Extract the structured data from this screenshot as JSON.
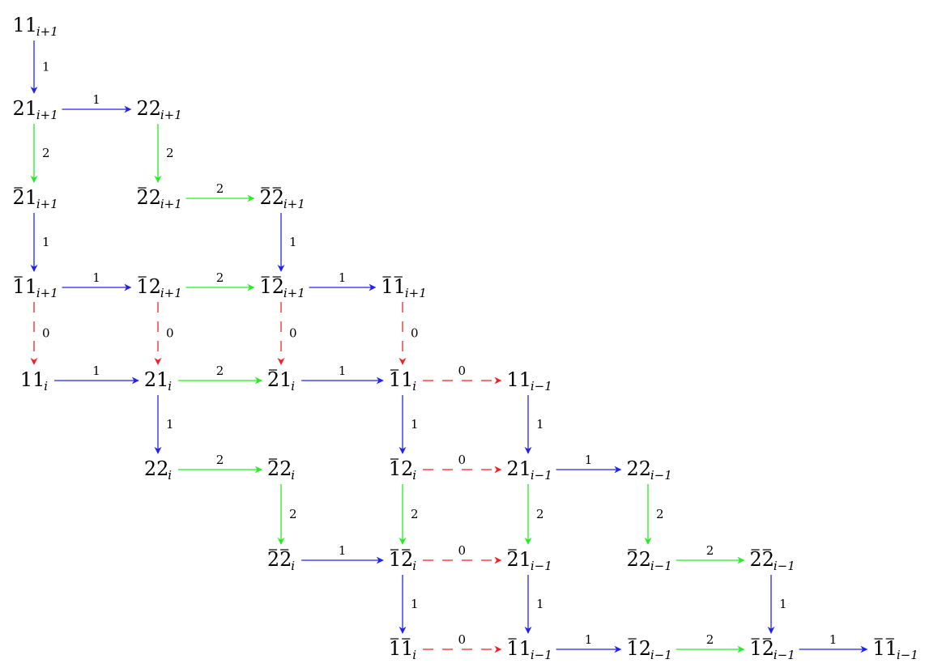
{
  "colors": {
    "1": "#2222ee",
    "2": "#22ee22",
    "0": "#ee2222"
  },
  "nodes": [
    {
      "id": "11_ip1",
      "base": "11",
      "bars": [],
      "sub": "i+1"
    },
    {
      "id": "21_ip1",
      "base": "21",
      "bars": [],
      "sub": "i+1"
    },
    {
      "id": "22_ip1",
      "base": "22",
      "bars": [],
      "sub": "i+1"
    },
    {
      "id": "b21_ip1",
      "base": "21",
      "bars": [
        0
      ],
      "sub": "i+1"
    },
    {
      "id": "b22_ip1",
      "base": "22",
      "bars": [
        0
      ],
      "sub": "i+1"
    },
    {
      "id": "bb22_ip1",
      "base": "22",
      "bars": [
        0,
        1
      ],
      "sub": "i+1"
    },
    {
      "id": "b11_ip1",
      "base": "11",
      "bars": [
        0
      ],
      "sub": "i+1"
    },
    {
      "id": "b12_ip1",
      "base": "12",
      "bars": [
        0
      ],
      "sub": "i+1"
    },
    {
      "id": "bb12_ip1",
      "base": "12",
      "bars": [
        0,
        1
      ],
      "sub": "i+1"
    },
    {
      "id": "bb11_ip1",
      "base": "11",
      "bars": [
        0,
        1
      ],
      "sub": "i+1"
    },
    {
      "id": "11_i",
      "base": "11",
      "bars": [],
      "sub": "i"
    },
    {
      "id": "21_i",
      "base": "21",
      "bars": [],
      "sub": "i"
    },
    {
      "id": "b21_i",
      "base": "21",
      "bars": [
        0
      ],
      "sub": "i"
    },
    {
      "id": "b11_i",
      "base": "11",
      "bars": [
        0
      ],
      "sub": "i"
    },
    {
      "id": "11_im1",
      "base": "11",
      "bars": [],
      "sub": "i−1"
    },
    {
      "id": "22_i",
      "base": "22",
      "bars": [],
      "sub": "i"
    },
    {
      "id": "b22_i",
      "base": "22",
      "bars": [
        0
      ],
      "sub": "i"
    },
    {
      "id": "b12_i",
      "base": "12",
      "bars": [
        0
      ],
      "sub": "i"
    },
    {
      "id": "21_im1",
      "base": "21",
      "bars": [],
      "sub": "i−1"
    },
    {
      "id": "22_im1",
      "base": "22",
      "bars": [],
      "sub": "i−1"
    },
    {
      "id": "bb22_i",
      "base": "22",
      "bars": [
        0,
        1
      ],
      "sub": "i"
    },
    {
      "id": "bb12_i",
      "base": "12",
      "bars": [
        0,
        1
      ],
      "sub": "i"
    },
    {
      "id": "b21_im1",
      "base": "21",
      "bars": [
        0
      ],
      "sub": "i−1"
    },
    {
      "id": "b22_im1",
      "base": "22",
      "bars": [
        0
      ],
      "sub": "i−1"
    },
    {
      "id": "bb22_im1",
      "base": "22",
      "bars": [
        0,
        1
      ],
      "sub": "i−1"
    },
    {
      "id": "bb11_i",
      "base": "11",
      "bars": [
        0,
        1
      ],
      "sub": "i"
    },
    {
      "id": "b11_im1",
      "base": "11",
      "bars": [
        0
      ],
      "sub": "i−1"
    },
    {
      "id": "b12_im1",
      "base": "12",
      "bars": [
        0
      ],
      "sub": "i−1"
    },
    {
      "id": "bb12_im1",
      "base": "12",
      "bars": [
        0,
        1
      ],
      "sub": "i−1"
    },
    {
      "id": "bb11_im1",
      "base": "11",
      "bars": [
        0,
        1
      ],
      "sub": "i−1"
    }
  ],
  "edges": [
    {
      "from": "11_ip1",
      "to": "21_ip1",
      "label": "1",
      "color": "1"
    },
    {
      "from": "21_ip1",
      "to": "22_ip1",
      "label": "1",
      "color": "1"
    },
    {
      "from": "21_ip1",
      "to": "b21_ip1",
      "label": "2",
      "color": "2"
    },
    {
      "from": "22_ip1",
      "to": "b22_ip1",
      "label": "2",
      "color": "2"
    },
    {
      "from": "b22_ip1",
      "to": "bb22_ip1",
      "label": "2",
      "color": "2"
    },
    {
      "from": "b21_ip1",
      "to": "b11_ip1",
      "label": "1",
      "color": "1"
    },
    {
      "from": "bb22_ip1",
      "to": "bb12_ip1",
      "label": "1",
      "color": "1"
    },
    {
      "from": "b11_ip1",
      "to": "b12_ip1",
      "label": "1",
      "color": "1"
    },
    {
      "from": "b12_ip1",
      "to": "bb12_ip1",
      "label": "2",
      "color": "2"
    },
    {
      "from": "bb12_ip1",
      "to": "bb11_ip1",
      "label": "1",
      "color": "1"
    },
    {
      "from": "b11_ip1",
      "to": "11_i",
      "label": "0",
      "color": "0",
      "dashed": true
    },
    {
      "from": "b12_ip1",
      "to": "21_i",
      "label": "0",
      "color": "0",
      "dashed": true
    },
    {
      "from": "bb12_ip1",
      "to": "b21_i",
      "label": "0",
      "color": "0",
      "dashed": true
    },
    {
      "from": "bb11_ip1",
      "to": "b11_i",
      "label": "0",
      "color": "0",
      "dashed": true
    },
    {
      "from": "11_i",
      "to": "21_i",
      "label": "1",
      "color": "1"
    },
    {
      "from": "21_i",
      "to": "b21_i",
      "label": "2",
      "color": "2"
    },
    {
      "from": "b21_i",
      "to": "b11_i",
      "label": "1",
      "color": "1"
    },
    {
      "from": "b11_i",
      "to": "11_im1",
      "label": "0",
      "color": "0",
      "dashed": true
    },
    {
      "from": "21_i",
      "to": "22_i",
      "label": "1",
      "color": "1"
    },
    {
      "from": "b11_i",
      "to": "b12_i",
      "label": "1",
      "color": "1"
    },
    {
      "from": "11_im1",
      "to": "21_im1",
      "label": "1",
      "color": "1"
    },
    {
      "from": "22_i",
      "to": "b22_i",
      "label": "2",
      "color": "2"
    },
    {
      "from": "b12_i",
      "to": "21_im1",
      "label": "0",
      "color": "0",
      "dashed": true
    },
    {
      "from": "21_im1",
      "to": "22_im1",
      "label": "1",
      "color": "1"
    },
    {
      "from": "b22_i",
      "to": "bb22_i",
      "label": "2",
      "color": "2"
    },
    {
      "from": "b12_i",
      "to": "bb12_i",
      "label": "2",
      "color": "2"
    },
    {
      "from": "21_im1",
      "to": "b21_im1",
      "label": "2",
      "color": "2"
    },
    {
      "from": "22_im1",
      "to": "b22_im1",
      "label": "2",
      "color": "2"
    },
    {
      "from": "bb22_i",
      "to": "bb12_i",
      "label": "1",
      "color": "1"
    },
    {
      "from": "bb12_i",
      "to": "b21_im1",
      "label": "0",
      "color": "0",
      "dashed": true
    },
    {
      "from": "b22_im1",
      "to": "bb22_im1",
      "label": "2",
      "color": "2"
    },
    {
      "from": "bb12_i",
      "to": "bb11_i",
      "label": "1",
      "color": "1"
    },
    {
      "from": "b21_im1",
      "to": "b11_im1",
      "label": "1",
      "color": "1"
    },
    {
      "from": "bb22_im1",
      "to": "bb12_im1",
      "label": "1",
      "color": "1"
    },
    {
      "from": "bb11_i",
      "to": "b11_im1",
      "label": "0",
      "color": "0",
      "dashed": true
    },
    {
      "from": "b11_im1",
      "to": "b12_im1",
      "label": "1",
      "color": "1"
    },
    {
      "from": "b12_im1",
      "to": "bb12_im1",
      "label": "2",
      "color": "2"
    },
    {
      "from": "bb12_im1",
      "to": "bb11_im1",
      "label": "1",
      "color": "1"
    }
  ]
}
